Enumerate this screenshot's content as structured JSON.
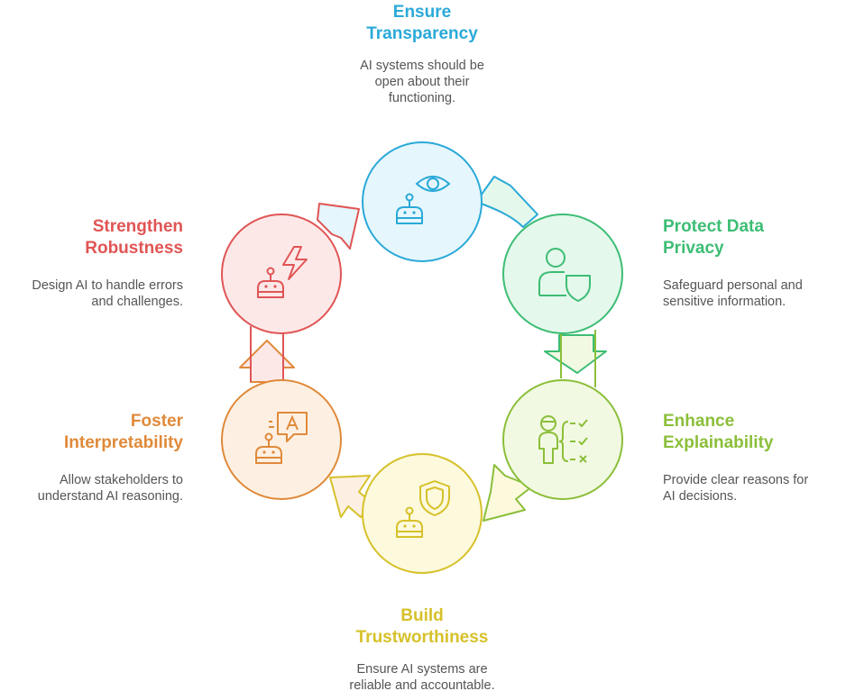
{
  "steps": [
    {
      "id": "transparency",
      "title_lines": [
        "Ensure",
        "Transparency"
      ],
      "desc_lines": [
        "AI systems should be",
        "open about their",
        "functioning."
      ],
      "color": "#2aa9d8",
      "fill": "#e6f6fd",
      "icon": "eye-robot-icon"
    },
    {
      "id": "privacy",
      "title_lines": [
        "Protect Data",
        "Privacy"
      ],
      "desc_lines": [
        "Safeguard personal and",
        "sensitive information."
      ],
      "color": "#3dbd74",
      "fill": "#e4f8ec",
      "icon": "person-shield-icon"
    },
    {
      "id": "explainability",
      "title_lines": [
        "Enhance",
        "Explainability"
      ],
      "desc_lines": [
        "Provide clear reasons for",
        "AI decisions."
      ],
      "color": "#8bbf3a",
      "fill": "#f2f9e2",
      "icon": "person-checklist-icon"
    },
    {
      "id": "trustworthiness",
      "title_lines": [
        "Build",
        "Trustworthiness"
      ],
      "desc_lines": [
        "Ensure AI systems are",
        "reliable and accountable."
      ],
      "color": "#d6c12a",
      "fill": "#fcf9dd",
      "icon": "robot-shield-icon"
    },
    {
      "id": "interpretability",
      "title_lines": [
        "Foster",
        "Interpretability"
      ],
      "desc_lines": [
        "Allow stakeholders to",
        "understand AI reasoning."
      ],
      "color": "#e08a3a",
      "fill": "#fdf0e3",
      "icon": "robot-speech-icon"
    },
    {
      "id": "robustness",
      "title_lines": [
        "Strengthen",
        "Robustness"
      ],
      "desc_lines": [
        "Design AI to handle errors",
        "and challenges."
      ],
      "color": "#e05555",
      "fill": "#fde8e8",
      "icon": "robot-lightning-icon"
    }
  ]
}
